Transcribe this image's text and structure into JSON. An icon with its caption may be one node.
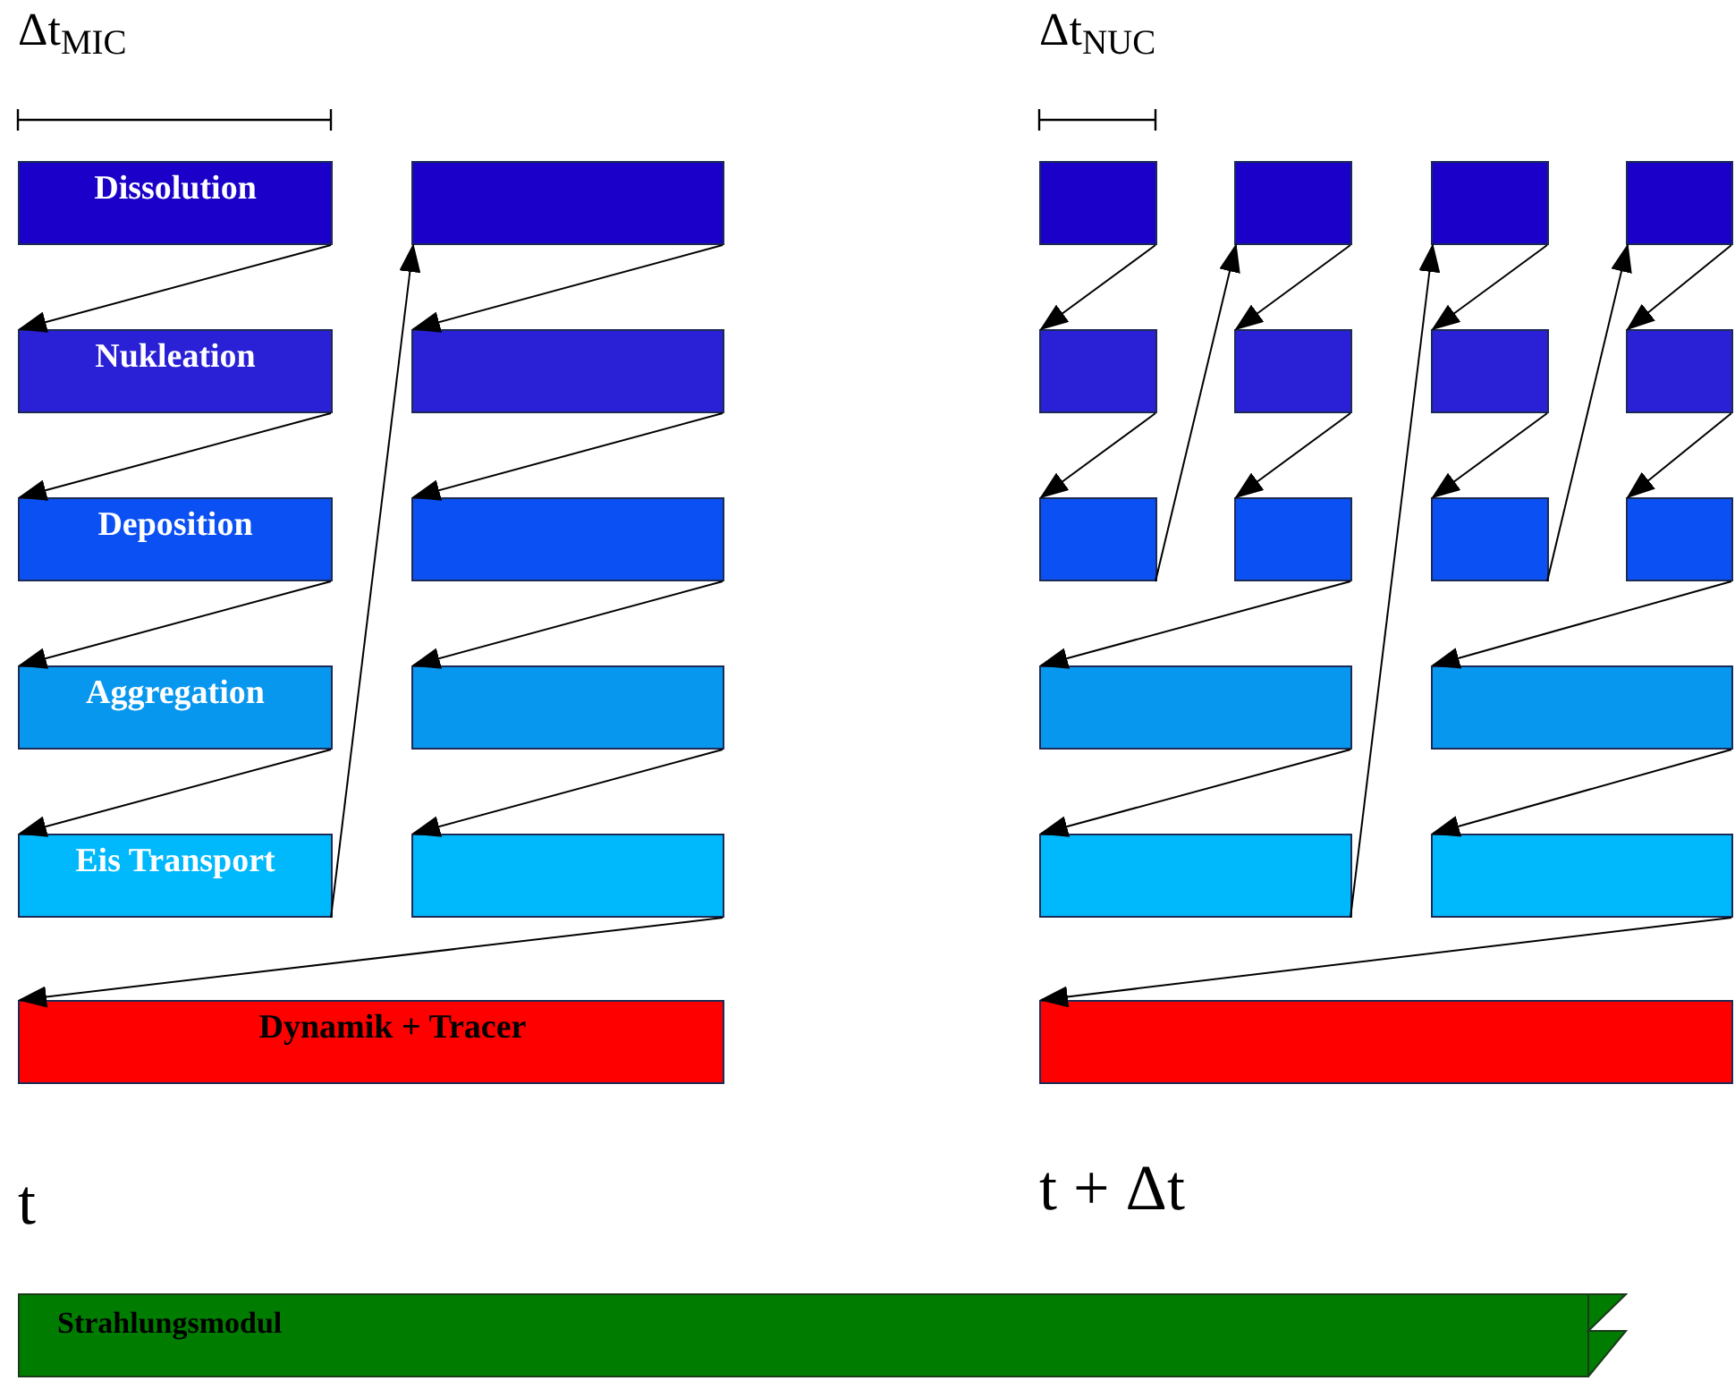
{
  "diagram": {
    "nodes": [
      {
        "text": [
          "Dissolution"
        ]
      },
      {
        "text": [
          "Nukleation"
        ]
      },
      {
        "text": [
          "Deposition"
        ]
      },
      {
        "text": [
          "Aggregation"
        ]
      },
      {
        "text": [
          "Eis Transport"
        ]
      },
      {
        "text": [],
        "shape": "box"
      },
      {
        "text": [],
        "shape": "box"
      },
      {
        "text": [],
        "shape": "box"
      },
      {
        "text": [],
        "shape": "box"
      },
      {
        "text": [],
        "shape": "box"
      },
      {
        "text": [
          "Dynamik + Tracer"
        ]
      },
      {
        "text": [],
        "shape": "box"
      },
      {
        "text": [],
        "shape": "box"
      },
      {
        "text": [],
        "shape": "box"
      },
      {
        "text": [],
        "shape": "box"
      },
      {
        "text": [],
        "shape": "box"
      },
      {
        "text": [],
        "shape": "box"
      },
      {
        "text": [],
        "shape": "box"
      },
      {
        "text": [],
        "shape": "box"
      },
      {
        "text": [],
        "shape": "box"
      },
      {
        "text": [],
        "shape": "box"
      },
      {
        "text": [],
        "shape": "box"
      },
      {
        "text": [],
        "shape": "box"
      },
      {
        "text": [],
        "shape": "box"
      },
      {
        "text": [],
        "shape": "box"
      },
      {
        "text": [],
        "shape": "box"
      },
      {
        "text": [],
        "shape": "box"
      },
      {
        "text": [],
        "shape": "box"
      },
      {
        "text": [
          "Strahlungsmodul"
        ]
      }
    ],
    "edges": [
      {
        "from": 0,
        "to": 1,
        "arrow": "to"
      },
      {
        "from": 1,
        "to": 2,
        "arrow": "to"
      },
      {
        "from": 2,
        "to": 3,
        "arrow": "to"
      },
      {
        "from": 3,
        "to": 4,
        "arrow": "to"
      },
      {
        "from": 4,
        "to": 5,
        "arrow": "to"
      },
      {
        "from": 5,
        "to": 6,
        "arrow": "to"
      },
      {
        "from": 6,
        "to": 7,
        "arrow": "to"
      },
      {
        "from": 7,
        "to": 8,
        "arrow": "to"
      },
      {
        "from": 8,
        "to": 9,
        "arrow": "to"
      },
      {
        "from": 9,
        "to": 10,
        "arrow": "to"
      },
      {
        "from": 11,
        "to": 12,
        "arrow": "to"
      },
      {
        "from": 12,
        "to": 13,
        "arrow": "to"
      },
      {
        "from": 13,
        "to": 14,
        "arrow": "to"
      },
      {
        "from": 14,
        "to": 15,
        "arrow": "to"
      },
      {
        "from": 15,
        "to": 16,
        "arrow": "to"
      },
      {
        "from": 16,
        "to": 23,
        "arrow": "to"
      },
      {
        "from": 23,
        "to": 24,
        "arrow": "to"
      },
      {
        "from": 24,
        "to": 17,
        "arrow": "to"
      },
      {
        "from": 17,
        "to": 18,
        "arrow": "to"
      },
      {
        "from": 18,
        "to": 19,
        "arrow": "to"
      },
      {
        "from": 19,
        "to": 20,
        "arrow": "to"
      },
      {
        "from": 20,
        "to": 21,
        "arrow": "to"
      },
      {
        "from": 21,
        "to": 22,
        "arrow": "to"
      },
      {
        "from": 22,
        "to": 25,
        "arrow": "to"
      },
      {
        "from": 25,
        "to": 26,
        "arrow": "to"
      },
      {
        "from": 26,
        "to": 27,
        "arrow": "to"
      }
    ],
    "labels": [
      "Δt$_{MIC}$",
      "Δt$_{NUC}$",
      "t",
      "t + Δt"
    ]
  }
}
